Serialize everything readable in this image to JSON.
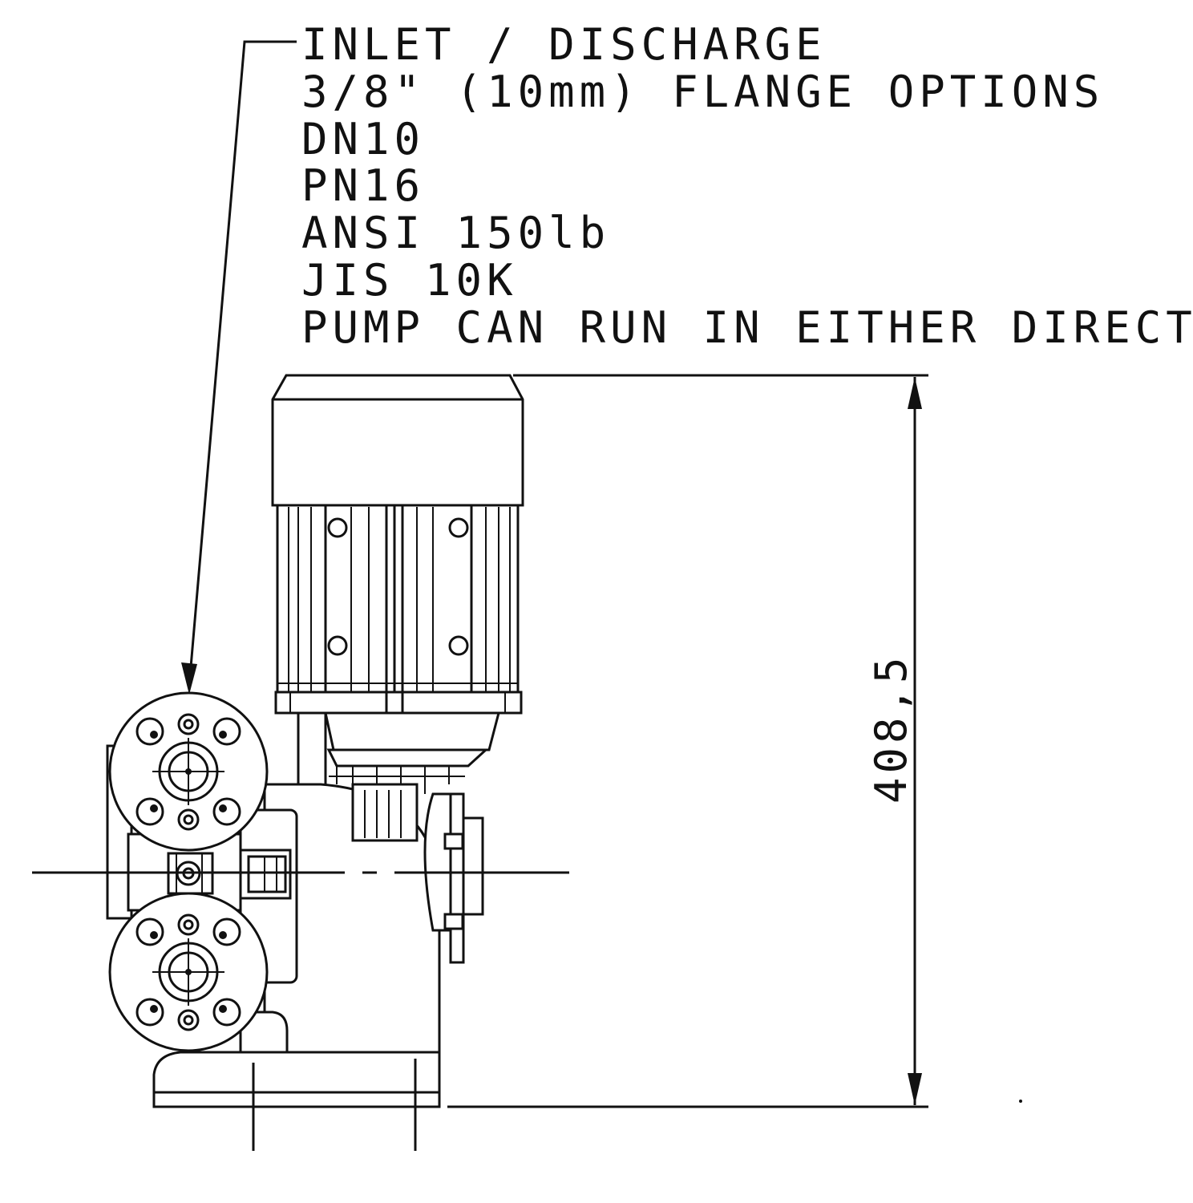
{
  "callout": {
    "lines": [
      "INLET / DISCHARGE",
      "3/8\" (10mm) FLANGE OPTIONS",
      "DN10",
      "PN16",
      "ANSI 150lb",
      "JIS 10K",
      "PUMP CAN RUN IN EITHER DIRECTION"
    ]
  },
  "dimension": {
    "height_label": "408,5"
  },
  "colors": {
    "ink": "#111111",
    "paper": "#ffffff"
  }
}
